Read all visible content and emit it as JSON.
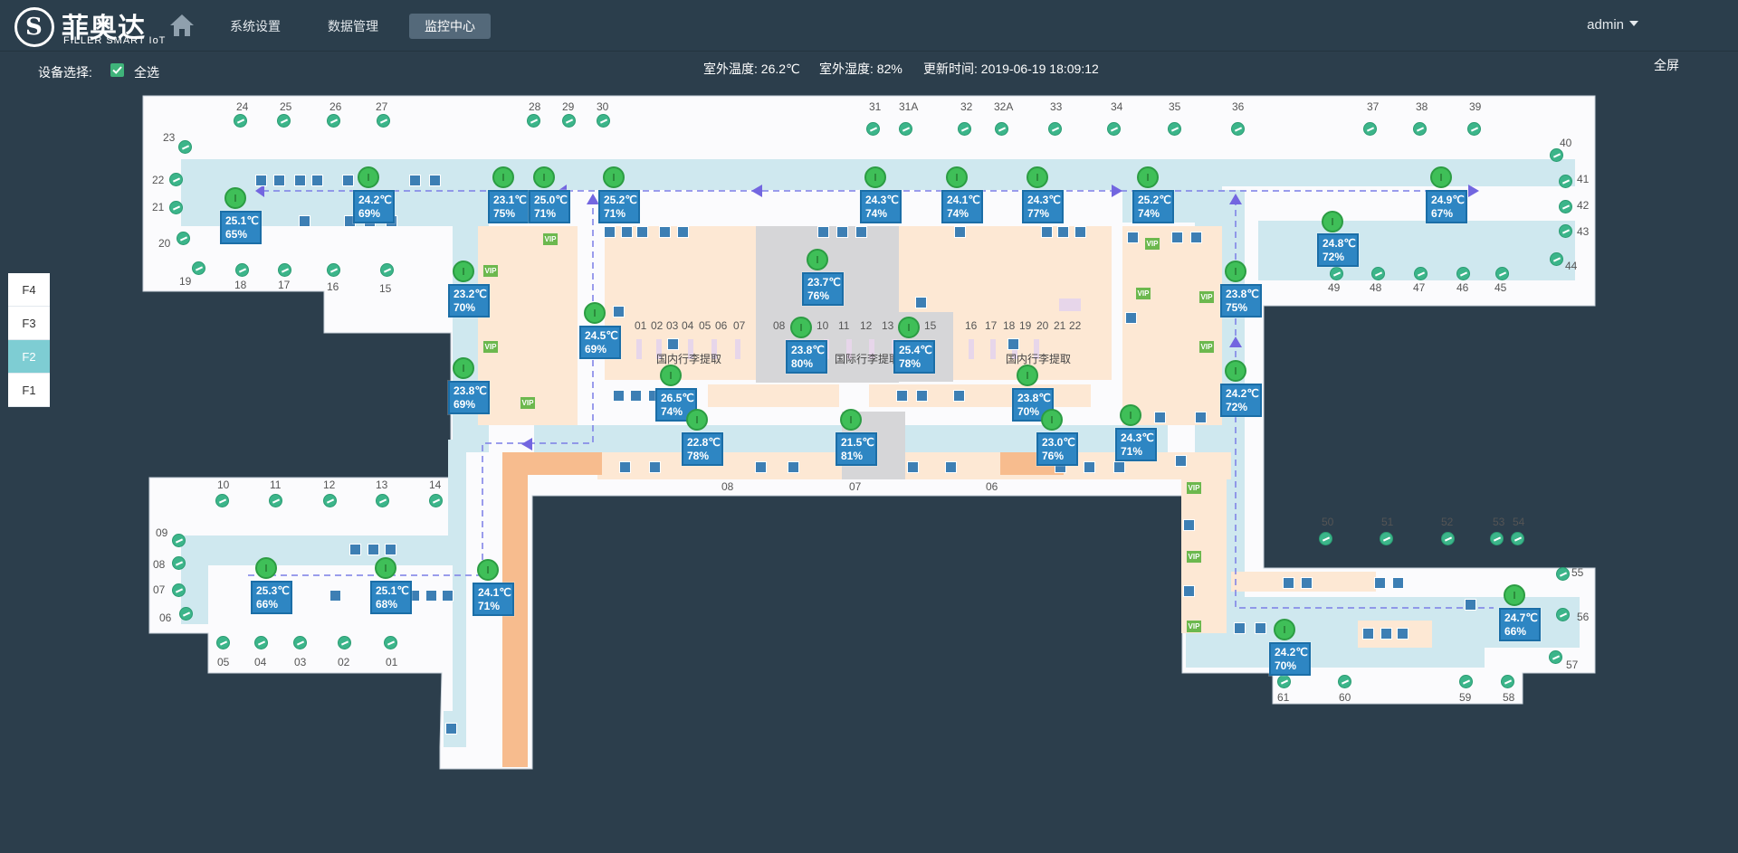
{
  "header": {
    "logo": {
      "name": "菲奥达",
      "sub": "FILLER SMART IoT",
      "mark": "S"
    },
    "nav": [
      "系统设置",
      "数据管理",
      "监控中心"
    ],
    "active_nav": "监控中心",
    "user": "admin"
  },
  "toolbar": {
    "device_label": "设备选择:",
    "select_all": "全选",
    "outdoor_temp": "室外温度: 26.2℃",
    "outdoor_humidity": "室外湿度: 82%",
    "update_time": "更新时间: 2019-06-19 18:09:12",
    "fullscreen": "全屏"
  },
  "floors": [
    "F4",
    "F3",
    "F2",
    "F1"
  ],
  "active_floor": "F2",
  "zone_labels": [
    "国内行李提取",
    "国际行李提取",
    "国内行李提取"
  ],
  "gates_top": [
    "23",
    "24",
    "25",
    "26",
    "27",
    "28",
    "29",
    "30",
    "31",
    "31A",
    "32",
    "32A",
    "33",
    "34",
    "35",
    "36",
    "37",
    "38",
    "39",
    "40",
    "41",
    "42",
    "43",
    "44"
  ],
  "gates_left_top": [
    "22",
    "21",
    "20",
    "19",
    "18",
    "17",
    "16",
    "15"
  ],
  "gates_right_top": [
    "49",
    "48",
    "47",
    "46",
    "45"
  ],
  "gates_lower_left": [
    "10",
    "11",
    "12",
    "13",
    "14",
    "09",
    "08",
    "07",
    "06",
    "05",
    "04",
    "03",
    "02",
    "01"
  ],
  "gates_lower_right": [
    "50",
    "51",
    "52",
    "53",
    "54",
    "55",
    "56",
    "57",
    "58",
    "59",
    "60",
    "61"
  ],
  "carousels": [
    "01",
    "02",
    "03",
    "04",
    "05",
    "06",
    "07",
    "08",
    "10",
    "11",
    "12",
    "13",
    "15",
    "16",
    "17",
    "18",
    "19",
    "20",
    "21",
    "22"
  ],
  "area_numbers": [
    "08",
    "07",
    "06"
  ],
  "sensors": [
    {
      "temp": "25.1℃",
      "hum": "65%"
    },
    {
      "temp": "24.2℃",
      "hum": "69%"
    },
    {
      "temp": "23.1℃",
      "hum": "75%"
    },
    {
      "temp": "25.0℃",
      "hum": "71%"
    },
    {
      "temp": "25.2℃",
      "hum": "71%"
    },
    {
      "temp": "24.3℃",
      "hum": "74%"
    },
    {
      "temp": "24.1℃",
      "hum": "74%"
    },
    {
      "temp": "24.3℃",
      "hum": "77%"
    },
    {
      "temp": "25.2℃",
      "hum": "74%"
    },
    {
      "temp": "24.9℃",
      "hum": "67%"
    },
    {
      "temp": "24.8℃",
      "hum": "72%"
    },
    {
      "temp": "23.2℃",
      "hum": "70%"
    },
    {
      "temp": "23.7℃",
      "hum": "76%"
    },
    {
      "temp": "24.5℃",
      "hum": "69%"
    },
    {
      "temp": "23.8℃",
      "hum": "80%"
    },
    {
      "temp": "25.4℃",
      "hum": "78%"
    },
    {
      "temp": "23.8℃",
      "hum": "75%"
    },
    {
      "temp": "23.8℃",
      "hum": "69%"
    },
    {
      "temp": "26.5℃",
      "hum": "74%"
    },
    {
      "temp": "22.8℃",
      "hum": "78%"
    },
    {
      "temp": "21.5℃",
      "hum": "81%"
    },
    {
      "temp": "23.8℃",
      "hum": "70%"
    },
    {
      "temp": "23.0℃",
      "hum": "76%"
    },
    {
      "temp": "24.3℃",
      "hum": "71%"
    },
    {
      "temp": "24.2℃",
      "hum": "72%"
    },
    {
      "temp": "25.3℃",
      "hum": "66%"
    },
    {
      "temp": "25.1℃",
      "hum": "68%"
    },
    {
      "temp": "24.1℃",
      "hum": "71%"
    },
    {
      "temp": "24.7℃",
      "hum": "66%"
    },
    {
      "temp": "24.2℃",
      "hum": "70%"
    }
  ]
}
